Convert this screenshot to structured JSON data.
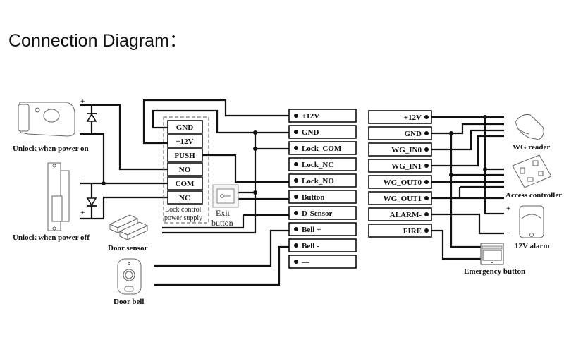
{
  "title": "Connection Diagram：",
  "devices": {
    "lock_power_on": "Unlock when power on",
    "lock_power_off": "Unlock when power off",
    "door_sensor": "Door sensor",
    "door_bell": "Door bell",
    "exit_button_line1": "Exit",
    "exit_button_line2": "button",
    "wg_reader": "WG reader",
    "access_controller": "Access controller",
    "alarm": "12V alarm",
    "emergency_button": "Emergency button"
  },
  "polarity": {
    "plus": "+",
    "minus": "-"
  },
  "power_supply": {
    "caption_line1": "Lock control",
    "caption_line2": "power supply",
    "terminals": [
      "GND",
      "+12V",
      "PUSH",
      "NO",
      "COM",
      "NC"
    ]
  },
  "left_terminals": [
    "+12V",
    "GND",
    "Lock_COM",
    "Lock_NC",
    "Lock_NO",
    "Button",
    "D-Sensor",
    "Bell +",
    "Bell -",
    "—"
  ],
  "right_terminals": [
    "+12V",
    "GND",
    "WG_IN0",
    "WG_IN1",
    "WG_OUT0",
    "WG_OUT1",
    "ALARM-",
    "FIRE"
  ]
}
